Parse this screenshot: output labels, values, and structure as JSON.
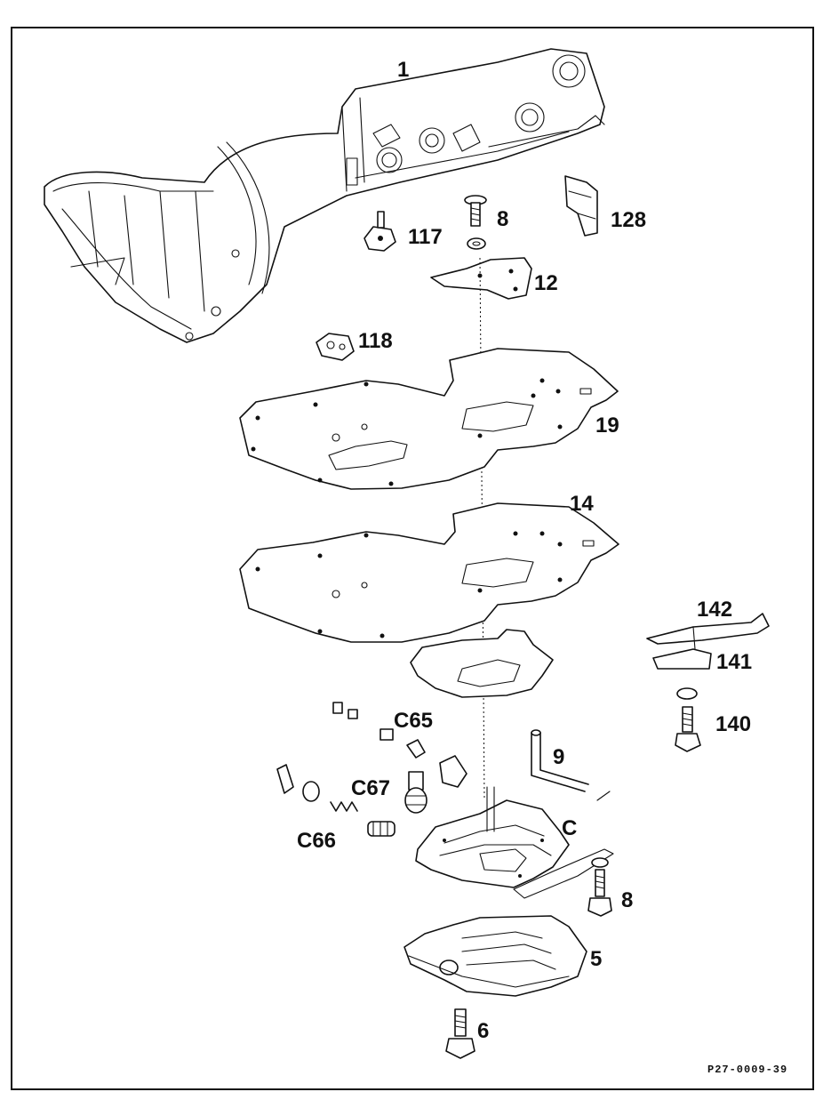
{
  "labels": {
    "p1": "1",
    "p8a": "8",
    "p117": "117",
    "p128": "128",
    "p12": "12",
    "p118": "118",
    "p19": "19",
    "p14": "14",
    "p142": "142",
    "p141": "141",
    "p140": "140",
    "pC65": "C65",
    "p9": "9",
    "pC67": "C67",
    "pC": "C",
    "pC66": "C66",
    "p8b": "8",
    "p5": "5",
    "p6": "6"
  },
  "figure_code": "P27-0009-39"
}
